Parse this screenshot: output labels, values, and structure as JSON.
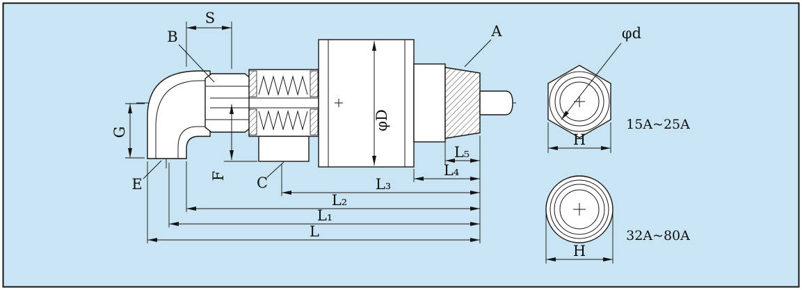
{
  "colors": {
    "background": "#c9e4f2",
    "line": "#151515"
  },
  "labels": {
    "S": "S",
    "B": "B",
    "A": "A",
    "G": "G",
    "E": "E",
    "F": "F",
    "C": "C",
    "phi_D": "φD",
    "L5": "L₅",
    "L4": "L₄",
    "L3": "L₃",
    "L2": "L₂",
    "L1": "L₁",
    "L": "L"
  },
  "hex_end_view": {
    "bore_diameter_label": "φd",
    "width_label": "H",
    "size_range": "15A~25A"
  },
  "round_end_view": {
    "width_label": "H",
    "size_range": "32A~80A"
  }
}
